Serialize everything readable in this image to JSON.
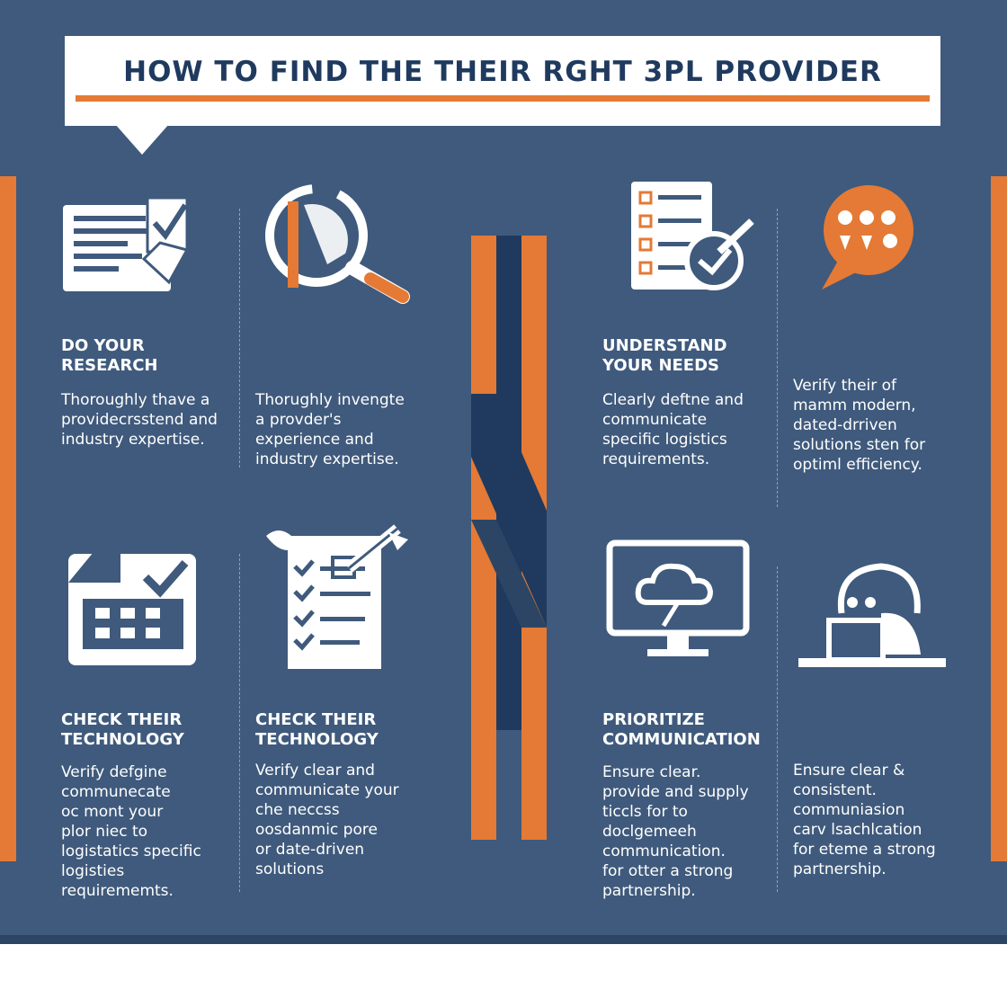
{
  "banner": {
    "title": "HOW TO FIND THE THEIR RGHT 3PL PROVIDER"
  },
  "colors": {
    "background": "#3f5a7c",
    "accent": "#e47a35",
    "navy": "#1f3a5e",
    "white": "#ffffff"
  },
  "sections": {
    "research": {
      "icon": "document-check-icon",
      "title": "DO YOUR\nRESEARCH",
      "body": "Thoroughly thave a\nprovidecrsstend and\nindustry expertise."
    },
    "investigate": {
      "icon": "magnifier-icon",
      "body": "Thorughly invengte\na provder's\nexperience and\nindustry expertise."
    },
    "needs": {
      "icon": "checklist-icon",
      "title": "UNDERSTAND\nYOUR NEEDS",
      "body": "Clearly deftne and\ncommunicate\nspecific logistics\nrequirements."
    },
    "verify": {
      "icon": "speech-bubble-icon",
      "body": "Verify their of\nmamm modern,\ndated-drriven\nsolutions sten for\noptiml efficiency."
    },
    "tech1": {
      "icon": "calendar-check-icon",
      "title": "CHECK THEIR\nTECHNOLOGY",
      "body": "Verify defgine\ncommunecate\noc mont your\nplor niec to\nlogistatics specific\nlogisties\nrequirememts."
    },
    "tech2": {
      "icon": "clipboard-pen-icon",
      "title": "CHECK THEIR\nTECHNOLOGY",
      "body": "Verify clear and\ncommunicate your\nche neccss\noosdanmic pore\nor date-driven\nsolutions"
    },
    "comm1": {
      "icon": "cloud-monitor-icon",
      "title": "PRIORITIZE\nCOMMUNICATION",
      "body": "Ensure clear.\nprovide and supply\nticcls for to\ndoclgemeeh\ncommunication.\nfor otter a strong\npartnership."
    },
    "comm2": {
      "icon": "person-laptop-icon",
      "body": "Ensure clear &\nconsistent.\ncommuniasion\ncarv lsachlcation\nfor eteme a strong\npartnership."
    }
  }
}
